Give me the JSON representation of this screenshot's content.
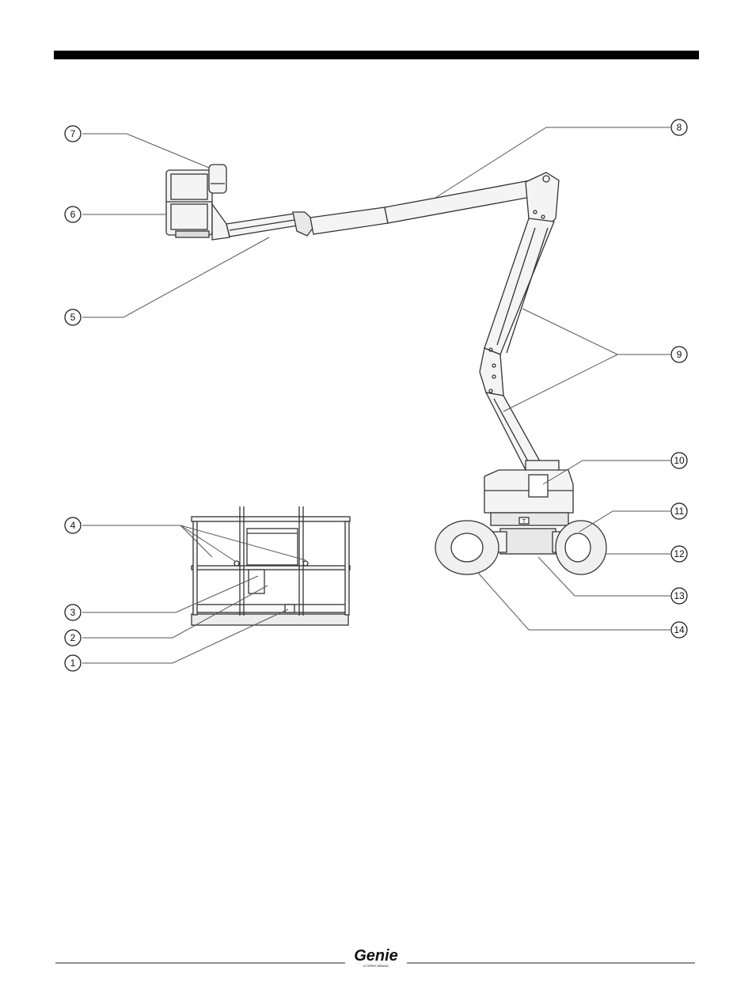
{
  "callouts": [
    {
      "id": "c1",
      "label": "1"
    },
    {
      "id": "c2",
      "label": "2"
    },
    {
      "id": "c3",
      "label": "3"
    },
    {
      "id": "c4",
      "label": "4"
    },
    {
      "id": "c5",
      "label": "5"
    },
    {
      "id": "c6",
      "label": "6"
    },
    {
      "id": "c7",
      "label": "7"
    },
    {
      "id": "c8",
      "label": "8"
    },
    {
      "id": "c9",
      "label": "9"
    },
    {
      "id": "c10",
      "label": "10"
    },
    {
      "id": "c11",
      "label": "11"
    },
    {
      "id": "c12",
      "label": "12"
    },
    {
      "id": "c13",
      "label": "13"
    },
    {
      "id": "c14",
      "label": "14"
    }
  ],
  "footer": {
    "logo_text": "Genie",
    "logo_tagline": "A TEREX BRAND"
  },
  "colors": {
    "ink": "#111111",
    "line": "#333333",
    "fill_light": "#f4f4f4"
  }
}
